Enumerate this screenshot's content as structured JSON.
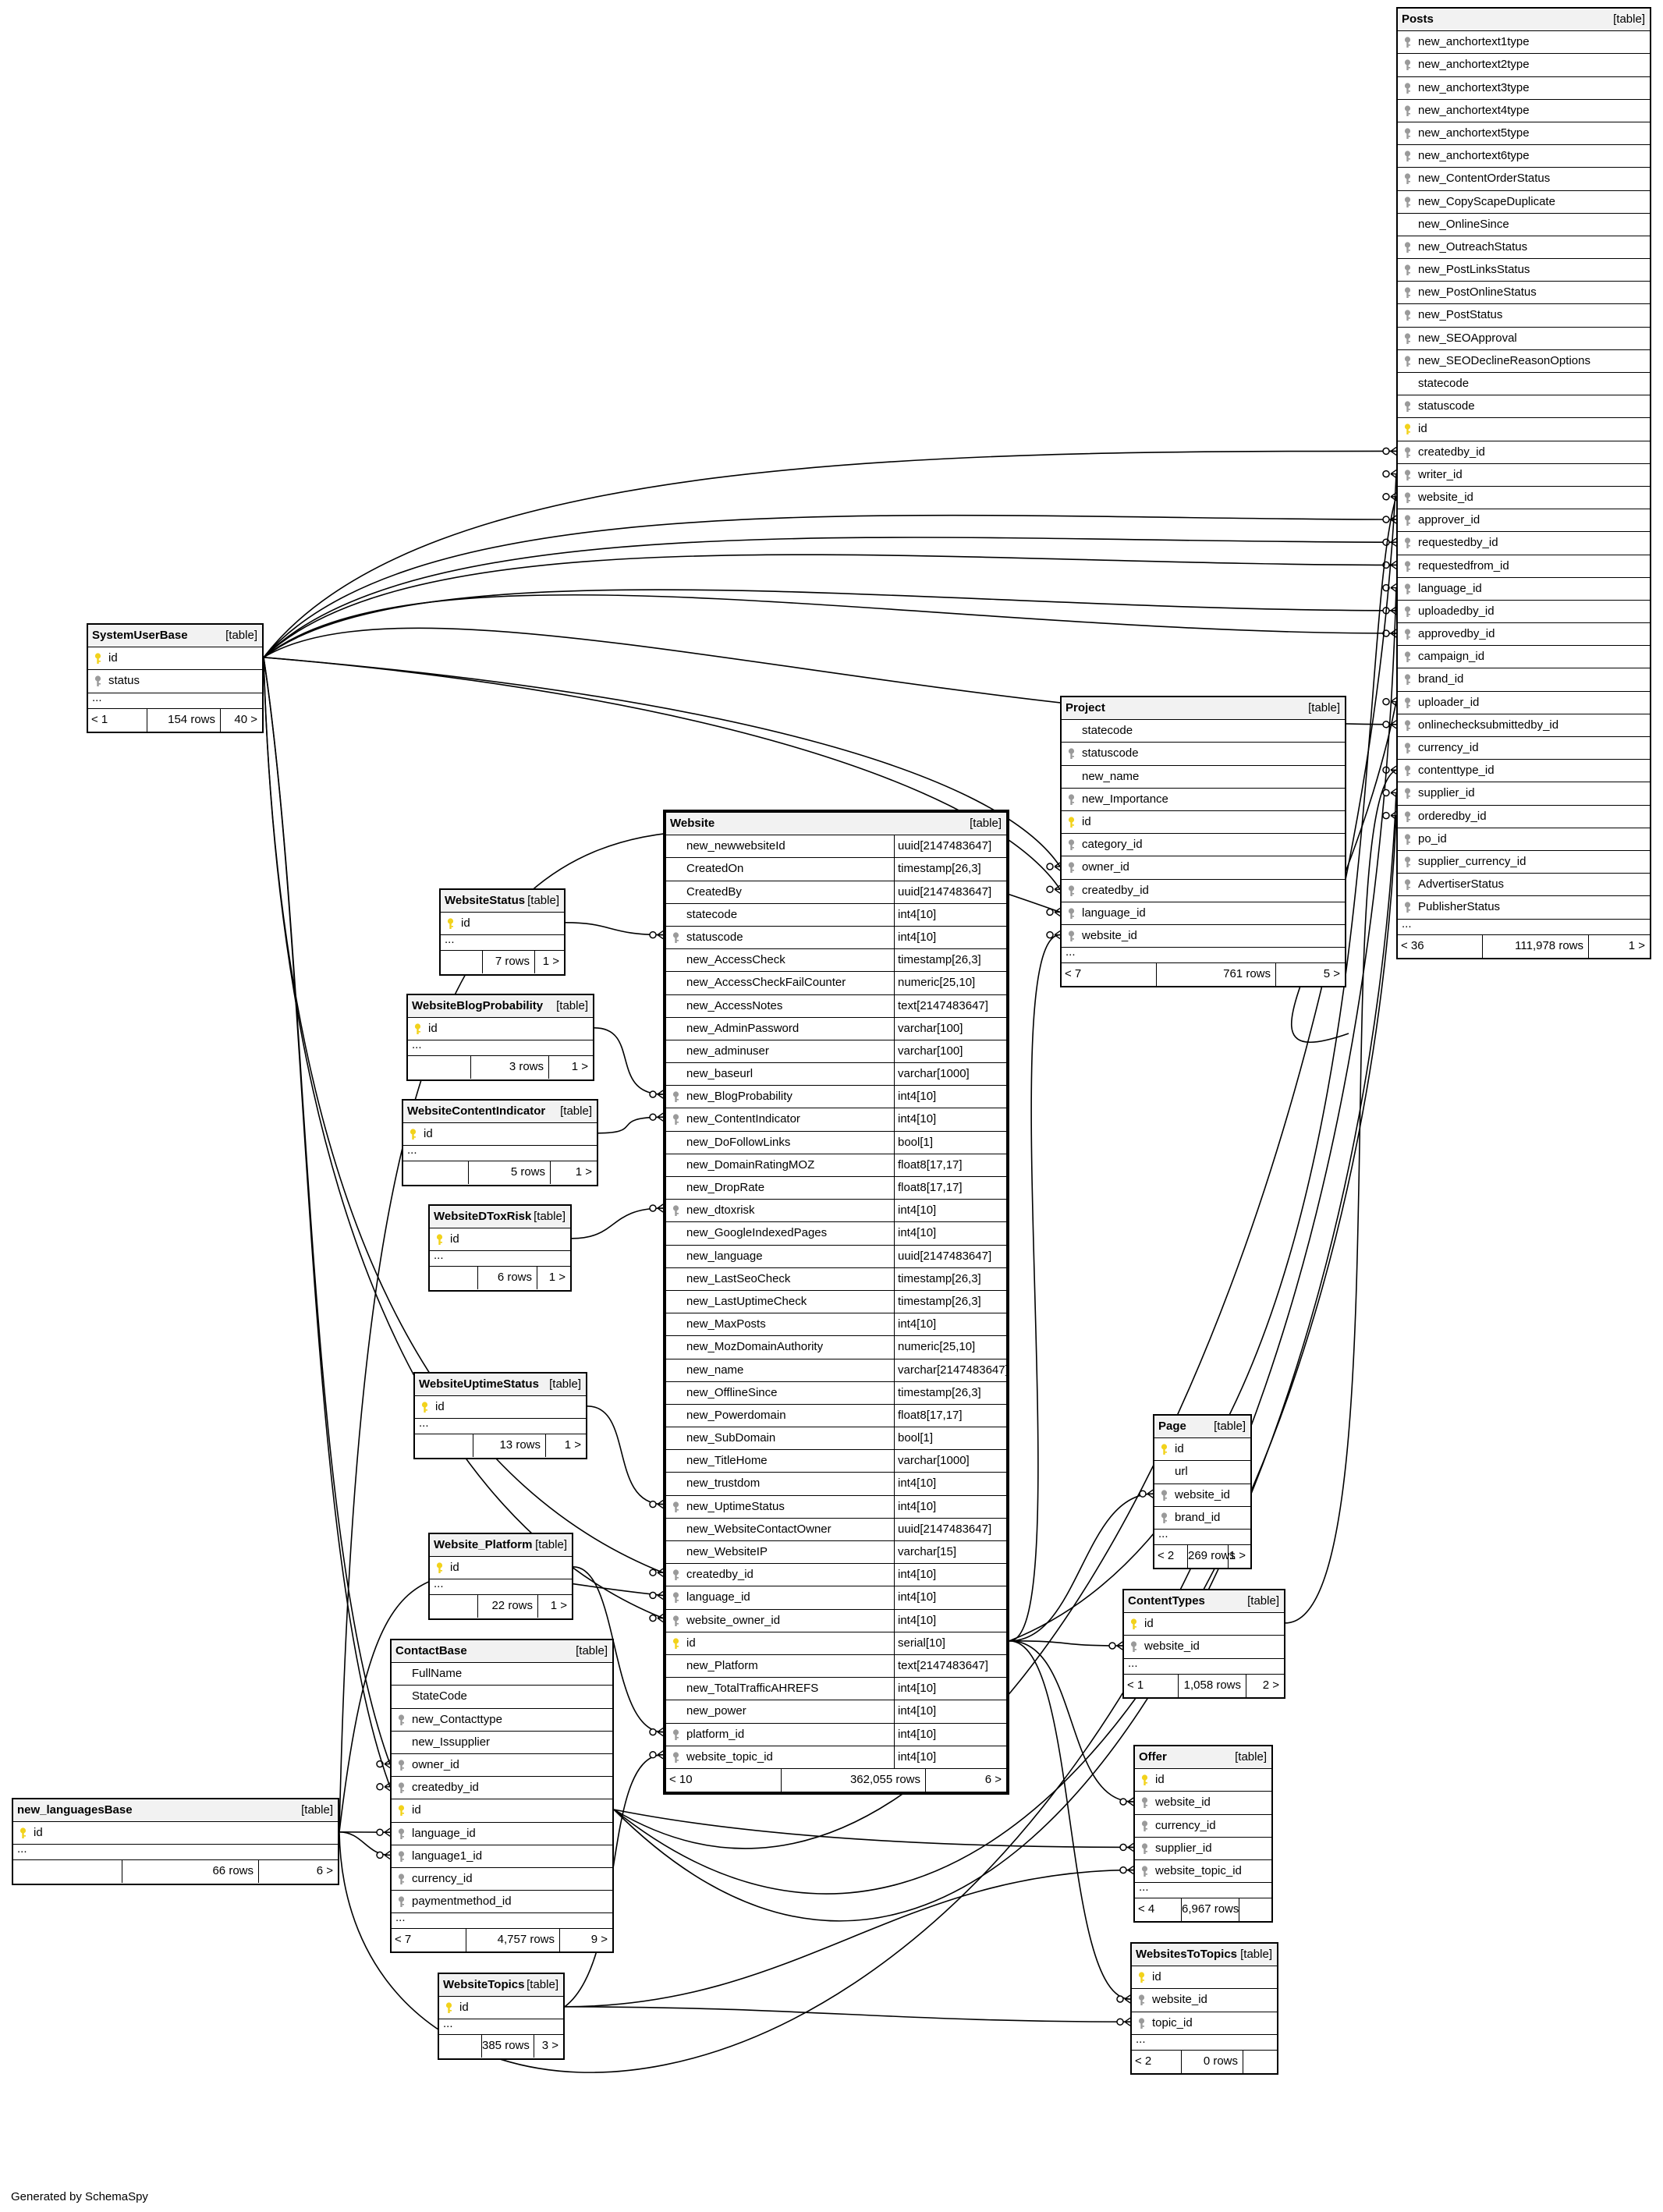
{
  "footer_text": "Generated by SchemaSpy",
  "table_tag": "[table]",
  "icon_colors": {
    "primary_key": "#f2d21b",
    "foreign_key": "#9a9a9a"
  },
  "tables": {
    "Posts": {
      "columns": [
        {
          "name": "new_anchortext1type",
          "icon": "fk"
        },
        {
          "name": "new_anchortext2type",
          "icon": "fk"
        },
        {
          "name": "new_anchortext3type",
          "icon": "fk"
        },
        {
          "name": "new_anchortext4type",
          "icon": "fk"
        },
        {
          "name": "new_anchortext5type",
          "icon": "fk"
        },
        {
          "name": "new_anchortext6type",
          "icon": "fk"
        },
        {
          "name": "new_ContentOrderStatus",
          "icon": "fk"
        },
        {
          "name": "new_CopyScapeDuplicate",
          "icon": "fk"
        },
        {
          "name": "new_OnlineSince",
          "icon": ""
        },
        {
          "name": "new_OutreachStatus",
          "icon": "fk"
        },
        {
          "name": "new_PostLinksStatus",
          "icon": "fk"
        },
        {
          "name": "new_PostOnlineStatus",
          "icon": "fk"
        },
        {
          "name": "new_PostStatus",
          "icon": "fk"
        },
        {
          "name": "new_SEOApproval",
          "icon": "fk"
        },
        {
          "name": "new_SEODeclineReasonOptions",
          "icon": "fk"
        },
        {
          "name": "statecode",
          "icon": ""
        },
        {
          "name": "statuscode",
          "icon": "fk"
        },
        {
          "name": "id",
          "icon": "pk"
        },
        {
          "name": "createdby_id",
          "icon": "fk"
        },
        {
          "name": "writer_id",
          "icon": "fk"
        },
        {
          "name": "website_id",
          "icon": "fk"
        },
        {
          "name": "approver_id",
          "icon": "fk"
        },
        {
          "name": "requestedby_id",
          "icon": "fk"
        },
        {
          "name": "requestedfrom_id",
          "icon": "fk"
        },
        {
          "name": "language_id",
          "icon": "fk"
        },
        {
          "name": "uploadedby_id",
          "icon": "fk"
        },
        {
          "name": "approvedby_id",
          "icon": "fk"
        },
        {
          "name": "campaign_id",
          "icon": "fk"
        },
        {
          "name": "brand_id",
          "icon": "fk"
        },
        {
          "name": "uploader_id",
          "icon": "fk"
        },
        {
          "name": "onlinechecksubmittedby_id",
          "icon": "fk"
        },
        {
          "name": "currency_id",
          "icon": "fk"
        },
        {
          "name": "contenttype_id",
          "icon": "fk"
        },
        {
          "name": "supplier_id",
          "icon": "fk"
        },
        {
          "name": "orderedby_id",
          "icon": "fk"
        },
        {
          "name": "po_id",
          "icon": "fk"
        },
        {
          "name": "supplier_currency_id",
          "icon": "fk"
        },
        {
          "name": "AdvertiserStatus",
          "icon": "fk"
        },
        {
          "name": "PublisherStatus",
          "icon": "fk"
        }
      ],
      "footer": [
        "< 36",
        "111,978 rows",
        "1 >"
      ]
    },
    "SystemUserBase": {
      "columns": [
        {
          "name": "id",
          "icon": "pk"
        },
        {
          "name": "status",
          "icon": "fk"
        }
      ],
      "footer": [
        "< 1",
        "154 rows",
        "40 >"
      ]
    },
    "Project": {
      "columns": [
        {
          "name": "statecode",
          "icon": ""
        },
        {
          "name": "statuscode",
          "icon": "fk"
        },
        {
          "name": "new_name",
          "icon": ""
        },
        {
          "name": "new_Importance",
          "icon": "fk"
        },
        {
          "name": "id",
          "icon": "pk"
        },
        {
          "name": "category_id",
          "icon": "fk"
        },
        {
          "name": "owner_id",
          "icon": "fk"
        },
        {
          "name": "createdby_id",
          "icon": "fk"
        },
        {
          "name": "language_id",
          "icon": "fk"
        },
        {
          "name": "website_id",
          "icon": "fk"
        }
      ],
      "footer": [
        "< 7",
        "761 rows",
        "5 >"
      ]
    },
    "Website": {
      "columns": [
        {
          "name": "new_newwebsiteId",
          "type": "uuid[2147483647]",
          "icon": ""
        },
        {
          "name": "CreatedOn",
          "type": "timestamp[26,3]",
          "icon": ""
        },
        {
          "name": "CreatedBy",
          "type": "uuid[2147483647]",
          "icon": ""
        },
        {
          "name": "statecode",
          "type": "int4[10]",
          "icon": ""
        },
        {
          "name": "statuscode",
          "type": "int4[10]",
          "icon": "fk"
        },
        {
          "name": "new_AccessCheck",
          "type": "timestamp[26,3]",
          "icon": ""
        },
        {
          "name": "new_AccessCheckFailCounter",
          "type": "numeric[25,10]",
          "icon": ""
        },
        {
          "name": "new_AccessNotes",
          "type": "text[2147483647]",
          "icon": ""
        },
        {
          "name": "new_AdminPassword",
          "type": "varchar[100]",
          "icon": ""
        },
        {
          "name": "new_adminuser",
          "type": "varchar[100]",
          "icon": ""
        },
        {
          "name": "new_baseurl",
          "type": "varchar[1000]",
          "icon": ""
        },
        {
          "name": "new_BlogProbability",
          "type": "int4[10]",
          "icon": "fk"
        },
        {
          "name": "new_ContentIndicator",
          "type": "int4[10]",
          "icon": "fk"
        },
        {
          "name": "new_DoFollowLinks",
          "type": "bool[1]",
          "icon": ""
        },
        {
          "name": "new_DomainRatingMOZ",
          "type": "float8[17,17]",
          "icon": ""
        },
        {
          "name": "new_DropRate",
          "type": "float8[17,17]",
          "icon": ""
        },
        {
          "name": "new_dtoxrisk",
          "type": "int4[10]",
          "icon": "fk"
        },
        {
          "name": "new_GoogleIndexedPages",
          "type": "int4[10]",
          "icon": ""
        },
        {
          "name": "new_language",
          "type": "uuid[2147483647]",
          "icon": ""
        },
        {
          "name": "new_LastSeoCheck",
          "type": "timestamp[26,3]",
          "icon": ""
        },
        {
          "name": "new_LastUptimeCheck",
          "type": "timestamp[26,3]",
          "icon": ""
        },
        {
          "name": "new_MaxPosts",
          "type": "int4[10]",
          "icon": ""
        },
        {
          "name": "new_MozDomainAuthority",
          "type": "numeric[25,10]",
          "icon": ""
        },
        {
          "name": "new_name",
          "type": "varchar[2147483647]",
          "icon": ""
        },
        {
          "name": "new_OfflineSince",
          "type": "timestamp[26,3]",
          "icon": ""
        },
        {
          "name": "new_Powerdomain",
          "type": "float8[17,17]",
          "icon": ""
        },
        {
          "name": "new_SubDomain",
          "type": "bool[1]",
          "icon": ""
        },
        {
          "name": "new_TitleHome",
          "type": "varchar[1000]",
          "icon": ""
        },
        {
          "name": "new_trustdom",
          "type": "int4[10]",
          "icon": ""
        },
        {
          "name": "new_UptimeStatus",
          "type": "int4[10]",
          "icon": "fk"
        },
        {
          "name": "new_WebsiteContactOwner",
          "type": "uuid[2147483647]",
          "icon": ""
        },
        {
          "name": "new_WebsiteIP",
          "type": "varchar[15]",
          "icon": ""
        },
        {
          "name": "createdby_id",
          "type": "int4[10]",
          "icon": "fk"
        },
        {
          "name": "language_id",
          "type": "int4[10]",
          "icon": "fk"
        },
        {
          "name": "website_owner_id",
          "type": "int4[10]",
          "icon": "fk"
        },
        {
          "name": "id",
          "type": "serial[10]",
          "icon": "pk"
        },
        {
          "name": "new_Platform",
          "type": "text[2147483647]",
          "icon": ""
        },
        {
          "name": "new_TotalTrafficAHREFS",
          "type": "int4[10]",
          "icon": ""
        },
        {
          "name": "new_power",
          "type": "int4[10]",
          "icon": ""
        },
        {
          "name": "platform_id",
          "type": "int4[10]",
          "icon": "fk"
        },
        {
          "name": "website_topic_id",
          "type": "int4[10]",
          "icon": "fk"
        }
      ],
      "footer": [
        "< 10",
        "362,055 rows",
        "6 >"
      ]
    },
    "WebsiteStatus": {
      "columns": [
        {
          "name": "id",
          "icon": "pk"
        }
      ],
      "footer": [
        "",
        "7 rows",
        "1 >"
      ]
    },
    "WebsiteBlogProbability": {
      "columns": [
        {
          "name": "id",
          "icon": "pk"
        }
      ],
      "footer": [
        "",
        "3 rows",
        "1 >"
      ]
    },
    "WebsiteContentIndicator": {
      "columns": [
        {
          "name": "id",
          "icon": "pk"
        }
      ],
      "footer": [
        "",
        "5 rows",
        "1 >"
      ]
    },
    "WebsiteDToxRisk": {
      "columns": [
        {
          "name": "id",
          "icon": "pk"
        }
      ],
      "footer": [
        "",
        "6 rows",
        "1 >"
      ]
    },
    "WebsiteUptimeStatus": {
      "columns": [
        {
          "name": "id",
          "icon": "pk"
        }
      ],
      "footer": [
        "",
        "13 rows",
        "1 >"
      ]
    },
    "Website_Platform": {
      "columns": [
        {
          "name": "id",
          "icon": "pk"
        }
      ],
      "footer": [
        "",
        "22 rows",
        "1 >"
      ]
    },
    "Page": {
      "columns": [
        {
          "name": "id",
          "icon": "pk"
        },
        {
          "name": "url",
          "icon": ""
        },
        {
          "name": "website_id",
          "icon": "fk"
        },
        {
          "name": "brand_id",
          "icon": "fk"
        }
      ],
      "footer": [
        "< 2",
        "269 rows",
        "1 >"
      ]
    },
    "ContentTypes": {
      "columns": [
        {
          "name": "id",
          "icon": "pk"
        },
        {
          "name": "website_id",
          "icon": "fk"
        }
      ],
      "footer": [
        "< 1",
        "1,058 rows",
        "2 >"
      ]
    },
    "ContactBase": {
      "columns": [
        {
          "name": "FullName",
          "icon": ""
        },
        {
          "name": "StateCode",
          "icon": ""
        },
        {
          "name": "new_Contacttype",
          "icon": "fk"
        },
        {
          "name": "new_Issupplier",
          "icon": ""
        },
        {
          "name": "owner_id",
          "icon": "fk"
        },
        {
          "name": "createdby_id",
          "icon": "fk"
        },
        {
          "name": "id",
          "icon": "pk"
        },
        {
          "name": "language_id",
          "icon": "fk"
        },
        {
          "name": "language1_id",
          "icon": "fk"
        },
        {
          "name": "currency_id",
          "icon": "fk"
        },
        {
          "name": "paymentmethod_id",
          "icon": "fk"
        }
      ],
      "footer": [
        "< 7",
        "4,757 rows",
        "9 >"
      ]
    },
    "new_languagesBase": {
      "columns": [
        {
          "name": "id",
          "icon": "pk"
        }
      ],
      "footer": [
        "",
        "66 rows",
        "6 >"
      ]
    },
    "Offer": {
      "columns": [
        {
          "name": "id",
          "icon": "pk"
        },
        {
          "name": "website_id",
          "icon": "fk"
        },
        {
          "name": "currency_id",
          "icon": "fk"
        },
        {
          "name": "supplier_id",
          "icon": "fk"
        },
        {
          "name": "website_topic_id",
          "icon": "fk"
        }
      ],
      "footer": [
        "< 4",
        "6,967 rows",
        ""
      ]
    },
    "WebsiteTopics": {
      "columns": [
        {
          "name": "id",
          "icon": "pk"
        }
      ],
      "footer": [
        "",
        "385 rows",
        "3 >"
      ]
    },
    "WebsitesToTopics": {
      "columns": [
        {
          "name": "id",
          "icon": "pk"
        },
        {
          "name": "website_id",
          "icon": "fk"
        },
        {
          "name": "topic_id",
          "icon": "fk"
        }
      ],
      "footer": [
        "< 2",
        "0 rows",
        ""
      ]
    }
  }
}
